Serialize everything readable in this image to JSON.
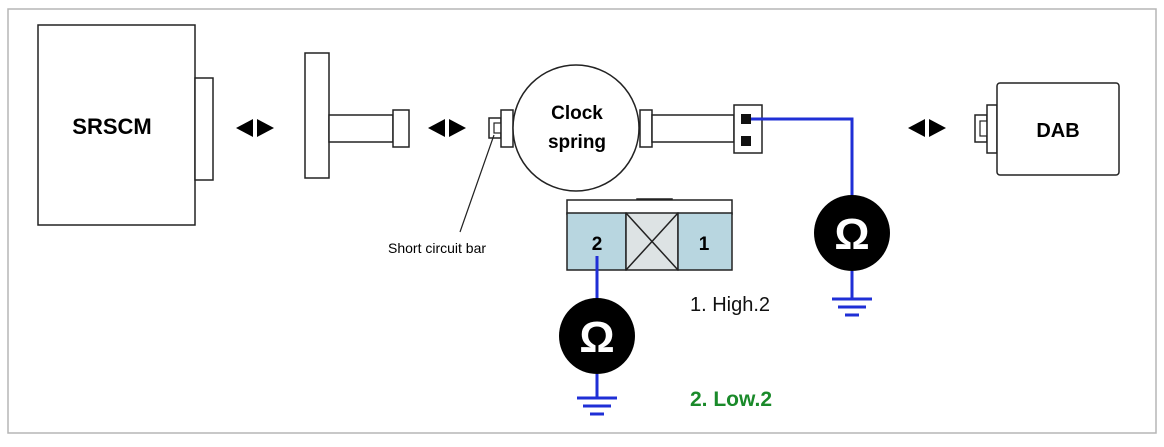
{
  "labels": {
    "srscm": "SRSCM",
    "clock_line1": "Clock",
    "clock_line2": "spring",
    "dab": "DAB",
    "short_circuit_bar": "Short circuit bar",
    "pin2": "2",
    "pin1": "1",
    "high_note": "1. High.2",
    "low_note": "2. Low.2",
    "ohm_symbol": "Ω"
  },
  "colors": {
    "wire": "#1f2fd6",
    "connector_fill": "#b8d6e0",
    "low_text": "#1a8a2a",
    "ohm_fill": "#000000",
    "frame": "#b5b5b5"
  },
  "icons": {
    "arrows": "double-arrow-icon",
    "meter": "ohmmeter-icon",
    "ground": "ground-icon"
  }
}
